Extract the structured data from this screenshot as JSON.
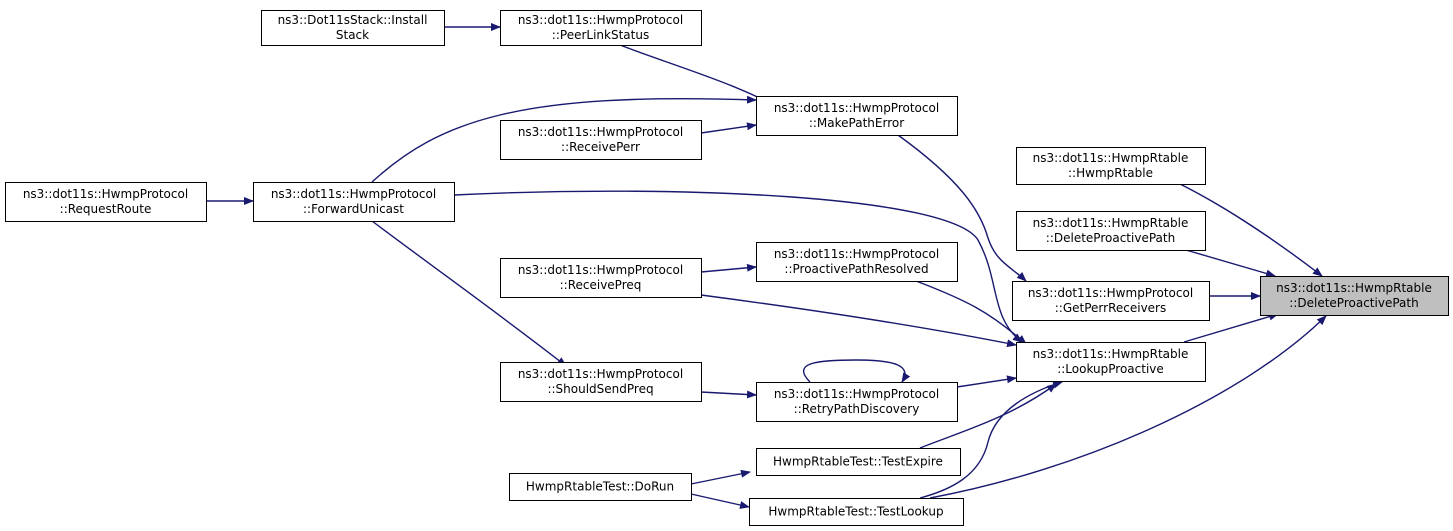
{
  "colors": {
    "edge": "#191970",
    "node_fill": "#ffffff",
    "highlight_fill": "#bfbfbf"
  },
  "nodes": [
    {
      "id": "install_stack",
      "lines": [
        "ns3::Dot11sStack::Install",
        "Stack"
      ]
    },
    {
      "id": "peer_link_status",
      "lines": [
        "ns3::dot11s::HwmpProtocol",
        "::PeerLinkStatus"
      ]
    },
    {
      "id": "make_path_error",
      "lines": [
        "ns3::dot11s::HwmpProtocol",
        "::MakePathError"
      ]
    },
    {
      "id": "receive_perr",
      "lines": [
        "ns3::dot11s::HwmpProtocol",
        "::ReceivePerr"
      ]
    },
    {
      "id": "request_route",
      "lines": [
        "ns3::dot11s::HwmpProtocol",
        "::RequestRoute"
      ]
    },
    {
      "id": "forward_unicast",
      "lines": [
        "ns3::dot11s::HwmpProtocol",
        "::ForwardUnicast"
      ]
    },
    {
      "id": "hwmp_rtable_ctor",
      "lines": [
        "ns3::dot11s::HwmpRtable",
        "::HwmpRtable"
      ]
    },
    {
      "id": "delete_proactive_path_1",
      "lines": [
        "ns3::dot11s::HwmpRtable",
        "::DeleteProactivePath"
      ]
    },
    {
      "id": "proactive_path_resolved",
      "lines": [
        "ns3::dot11s::HwmpProtocol",
        "::ProactivePathResolved"
      ]
    },
    {
      "id": "receive_preq",
      "lines": [
        "ns3::dot11s::HwmpProtocol",
        "::ReceivePreq"
      ]
    },
    {
      "id": "get_perr_receivers",
      "lines": [
        "ns3::dot11s::HwmpProtocol",
        "::GetPerrReceivers"
      ]
    },
    {
      "id": "delete_proactive_path_target",
      "lines": [
        "ns3::dot11s::HwmpRtable",
        "::DeleteProactivePath"
      ],
      "highlight": true
    },
    {
      "id": "lookup_proactive",
      "lines": [
        "ns3::dot11s::HwmpRtable",
        "::LookupProactive"
      ]
    },
    {
      "id": "should_send_preq",
      "lines": [
        "ns3::dot11s::HwmpProtocol",
        "::ShouldSendPreq"
      ]
    },
    {
      "id": "retry_path_discovery",
      "lines": [
        "ns3::dot11s::HwmpProtocol",
        "::RetryPathDiscovery"
      ]
    },
    {
      "id": "test_expire",
      "lines": [
        "HwmpRtableTest::TestExpire"
      ]
    },
    {
      "id": "do_run",
      "lines": [
        "HwmpRtableTest::DoRun"
      ]
    },
    {
      "id": "test_lookup",
      "lines": [
        "HwmpRtableTest::TestLookup"
      ]
    }
  ],
  "edges": [
    {
      "from": "install_stack",
      "to": "peer_link_status"
    },
    {
      "from": "peer_link_status",
      "to": "make_path_error"
    },
    {
      "from": "forward_unicast",
      "to": "make_path_error"
    },
    {
      "from": "receive_perr",
      "to": "make_path_error"
    },
    {
      "from": "request_route",
      "to": "forward_unicast"
    },
    {
      "from": "make_path_error",
      "to": "get_perr_receivers"
    },
    {
      "from": "forward_unicast",
      "to": "lookup_proactive"
    },
    {
      "from": "forward_unicast",
      "to": "should_send_preq"
    },
    {
      "from": "receive_preq",
      "to": "proactive_path_resolved"
    },
    {
      "from": "proactive_path_resolved",
      "to": "lookup_proactive"
    },
    {
      "from": "receive_preq",
      "to": "lookup_proactive"
    },
    {
      "from": "should_send_preq",
      "to": "retry_path_discovery"
    },
    {
      "from": "retry_path_discovery",
      "to": "retry_path_discovery"
    },
    {
      "from": "retry_path_discovery",
      "to": "lookup_proactive"
    },
    {
      "from": "test_expire",
      "to": "lookup_proactive"
    },
    {
      "from": "test_lookup",
      "to": "lookup_proactive"
    },
    {
      "from": "do_run",
      "to": "test_expire"
    },
    {
      "from": "do_run",
      "to": "test_lookup"
    },
    {
      "from": "hwmp_rtable_ctor",
      "to": "delete_proactive_path_target"
    },
    {
      "from": "delete_proactive_path_1",
      "to": "delete_proactive_path_target"
    },
    {
      "from": "get_perr_receivers",
      "to": "delete_proactive_path_target"
    },
    {
      "from": "lookup_proactive",
      "to": "delete_proactive_path_target"
    },
    {
      "from": "test_lookup",
      "to": "delete_proactive_path_target"
    }
  ]
}
